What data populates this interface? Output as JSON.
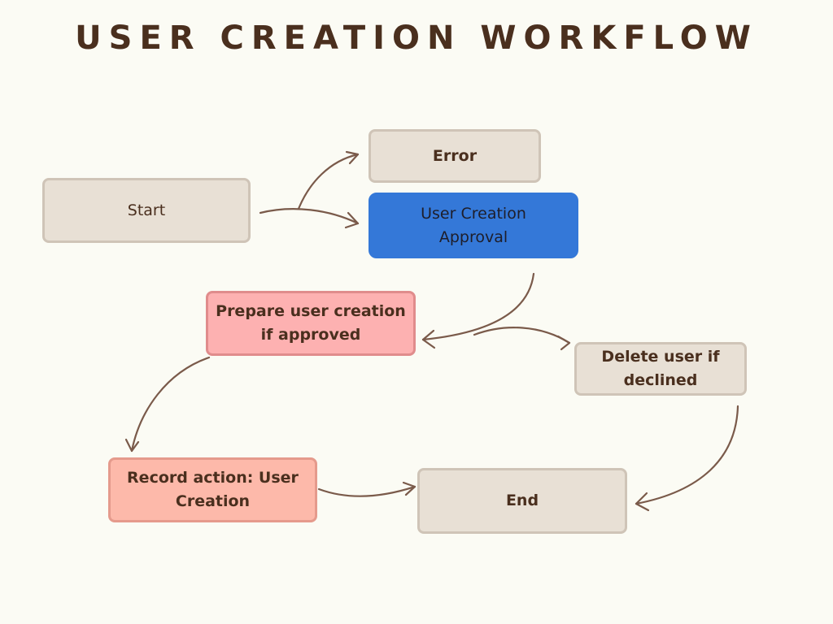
{
  "title": "USER CREATION WORKFLOW",
  "nodes": {
    "start": "Start",
    "error": "Error",
    "approval": [
      "User Creation",
      "Approval"
    ],
    "prepare": [
      "Prepare user creation",
      "if approved"
    ],
    "delete": [
      "Delete user if",
      "declined"
    ],
    "record": [
      "Record action: User",
      "Creation"
    ],
    "end": "End"
  },
  "colors": {
    "background": "#fbfbf4",
    "title": "#4a2f1e",
    "beige_node": "#e8e0d5",
    "approval_node": "#3478d8",
    "prepare_node": "#fdb1b1",
    "record_node": "#fdb9aa",
    "arrow": "#7a5a4a"
  }
}
